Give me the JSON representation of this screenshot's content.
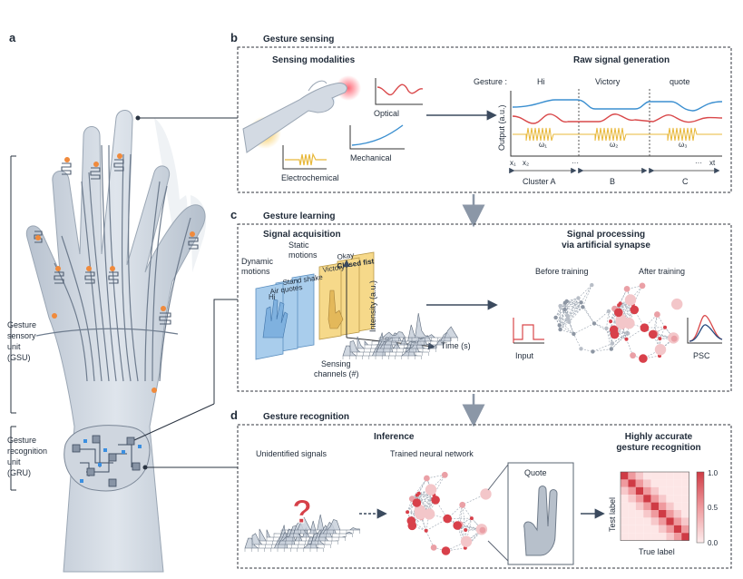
{
  "panels": {
    "a": {
      "letter": "a",
      "gsu": [
        "Gesture",
        "sensory",
        "unit",
        "(GSU)"
      ],
      "gru": [
        "Gesture",
        "recognition",
        "unit",
        "(GRU)"
      ]
    },
    "b": {
      "letter": "b",
      "title": "Gesture sensing",
      "sensing_modalities": "Sensing modalities",
      "raw_signal": "Raw signal generation",
      "optical": "Optical",
      "mechanical": "Mechanical",
      "electrochemical": "Electrochemical",
      "gesture_label": "Gesture :",
      "gestures": [
        "Hi",
        "Victory",
        "quote"
      ],
      "ylabel": "Output (a.u.)",
      "omega": [
        "ω₁",
        "ω₂",
        "ω₃"
      ],
      "x_ticks": [
        "x₁",
        "x₂",
        "···",
        "···",
        "xt"
      ],
      "clusters": [
        "Cluster A",
        "B",
        "C"
      ]
    },
    "c": {
      "letter": "c",
      "title": "Gesture learning",
      "signal_acquisition": "Signal acquisition",
      "static": [
        "Static",
        "motions"
      ],
      "dynamic": [
        "Dynamic",
        "motions"
      ],
      "card_labels": [
        "Hi",
        "Air quotes",
        "Stand shake",
        "Victory",
        "Okay",
        "Closed fist"
      ],
      "intensity": "Intensity (a.u.)",
      "time": "Time (s)",
      "channels": [
        "Sensing",
        "channels (#)"
      ],
      "processing": [
        "Signal processing",
        "via artificial synapse"
      ],
      "before": "Before training",
      "after": "After training",
      "input": "Input",
      "psc": "PSC"
    },
    "d": {
      "letter": "d",
      "title": "Gesture recognition",
      "inference": "Inference",
      "unidentified": "Unidentified signals",
      "trained": "Trained neural network",
      "quote": "Quote",
      "accurate": [
        "Highly accurate",
        "gesture recognition"
      ],
      "test_label": "Test label",
      "true_label": "True label",
      "cbar": [
        "1.0",
        "0.5",
        "0.0"
      ]
    }
  },
  "colors": {
    "blue": "#3b8fd0",
    "red": "#d9484a",
    "yellow": "#e8b83a",
    "node_red": "#d8404a",
    "node_pink": "#eaa0a6",
    "node_gray": "#8d96a3"
  }
}
